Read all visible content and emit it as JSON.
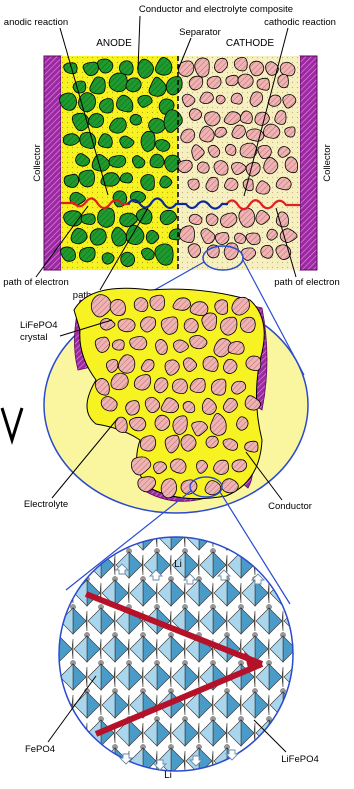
{
  "labels": {
    "conductor_composite": "Conductor and electrolyte composite",
    "anodic_reaction": "anodic reaction",
    "separator": "Separator",
    "cathodic_reaction": "cathodic reaction",
    "anode": "ANODE",
    "cathode": "CATHODE",
    "collector_left": "Collector",
    "collector_right": "Collector",
    "path_of_electron_left": "path of electron",
    "path_of_li_ion": "path of Li ion",
    "path_of_electron_right": "path of electron",
    "lifepo4_crystal_line1": "LiFePO4",
    "lifepo4_crystal_line2": "crystal",
    "electrolyte": "Electrolyte",
    "conductor": "Conductor",
    "li_top": "Li",
    "li_bottom": "Li",
    "fepo4": "FePO4",
    "lifepo4": "LiFePO4"
  },
  "colors": {
    "anode_fill": "#f7f221",
    "anode_particle": "#1f9a2e",
    "cathode_fill": "#f3e7c6",
    "cathode_particle": "#e8a3a3",
    "collector": "#8a1f8e",
    "electron_path": "#e02020",
    "ion_path": "#0a2a9a",
    "zoom_line": "#2a4ad0",
    "ellipse_fill": "#faf6a0",
    "crystal_dark": "#4a9bc8",
    "crystal_light": "#a9d6ec",
    "crystal_brown": "#b97a3a",
    "arrow_red": "#b5122a"
  }
}
